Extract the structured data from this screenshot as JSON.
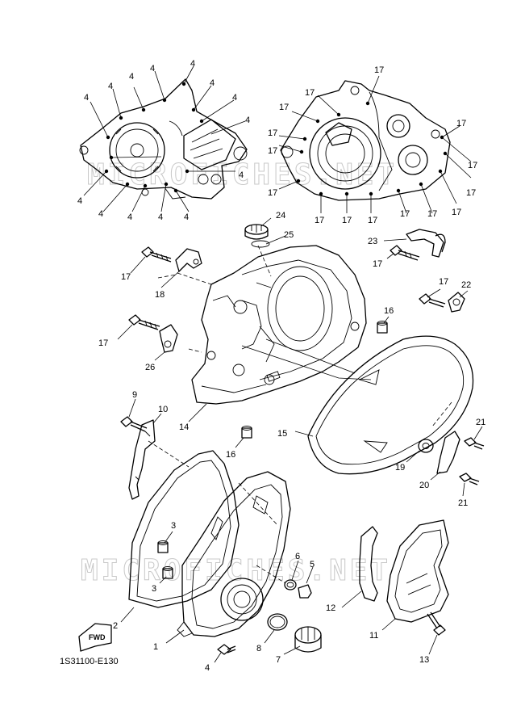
{
  "diagram": {
    "code": "1S31100-E130",
    "watermark": "MICROFICHES.NET",
    "fwd_label": "FWD",
    "callouts": {
      "n1": "1",
      "n2": "2",
      "n3": "3",
      "n4": "4",
      "n5": "5",
      "n6": "6",
      "n7": "7",
      "n8": "8",
      "n9": "9",
      "n10": "10",
      "n11": "11",
      "n12": "12",
      "n13": "13",
      "n14": "14",
      "n15": "15",
      "n16": "16",
      "n17": "17",
      "n18": "18",
      "n19": "19",
      "n20": "20",
      "n21": "21",
      "n22": "22",
      "n23": "23",
      "n24": "24",
      "n25": "25",
      "n26": "26"
    }
  }
}
